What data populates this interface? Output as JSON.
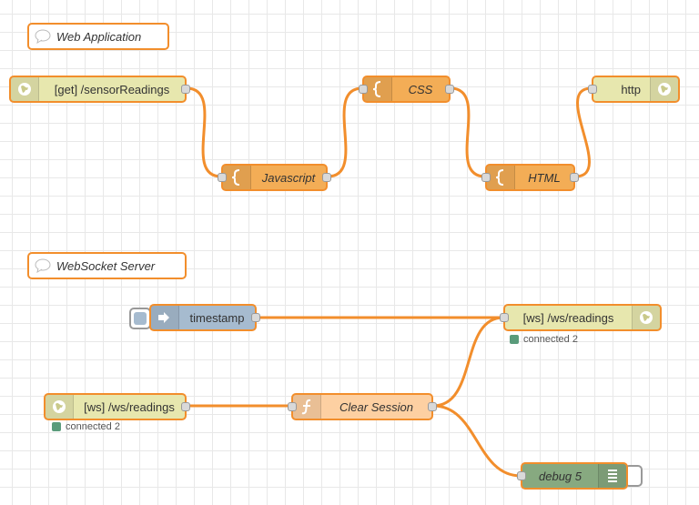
{
  "colors": {
    "wire": "#f28e2c",
    "node_border": "#f28e2c",
    "http": "#e7e7ae",
    "template": "#f3ad56",
    "inject": "#a6bbcf",
    "function": "#fdd0a2",
    "debug": "#87a980",
    "status_connected": "#5a9b7b"
  },
  "comments": {
    "web_application": "Web Application",
    "websocket_server": "WebSocket Server"
  },
  "nodes": {
    "http_in": {
      "label": "[get] /sensorReadings",
      "icon": "globe-icon"
    },
    "javascript": {
      "label": "Javascript",
      "icon": "template-brace-icon"
    },
    "css": {
      "label": "CSS",
      "icon": "template-brace-icon"
    },
    "html": {
      "label": "HTML",
      "icon": "template-brace-icon"
    },
    "http_response": {
      "label": "http",
      "icon": "globe-icon"
    },
    "timestamp": {
      "label": "timestamp",
      "icon": "inject-arrow-icon"
    },
    "ws_out": {
      "label": "[ws] /ws/readings",
      "icon": "globe-icon",
      "status": "connected 2"
    },
    "ws_in": {
      "label": "[ws] /ws/readings",
      "icon": "globe-icon",
      "status": "connected 2"
    },
    "clear_session": {
      "label": "Clear Session",
      "icon": "function-icon"
    },
    "debug": {
      "label": "debug 5",
      "icon": "debug-list-icon"
    }
  }
}
